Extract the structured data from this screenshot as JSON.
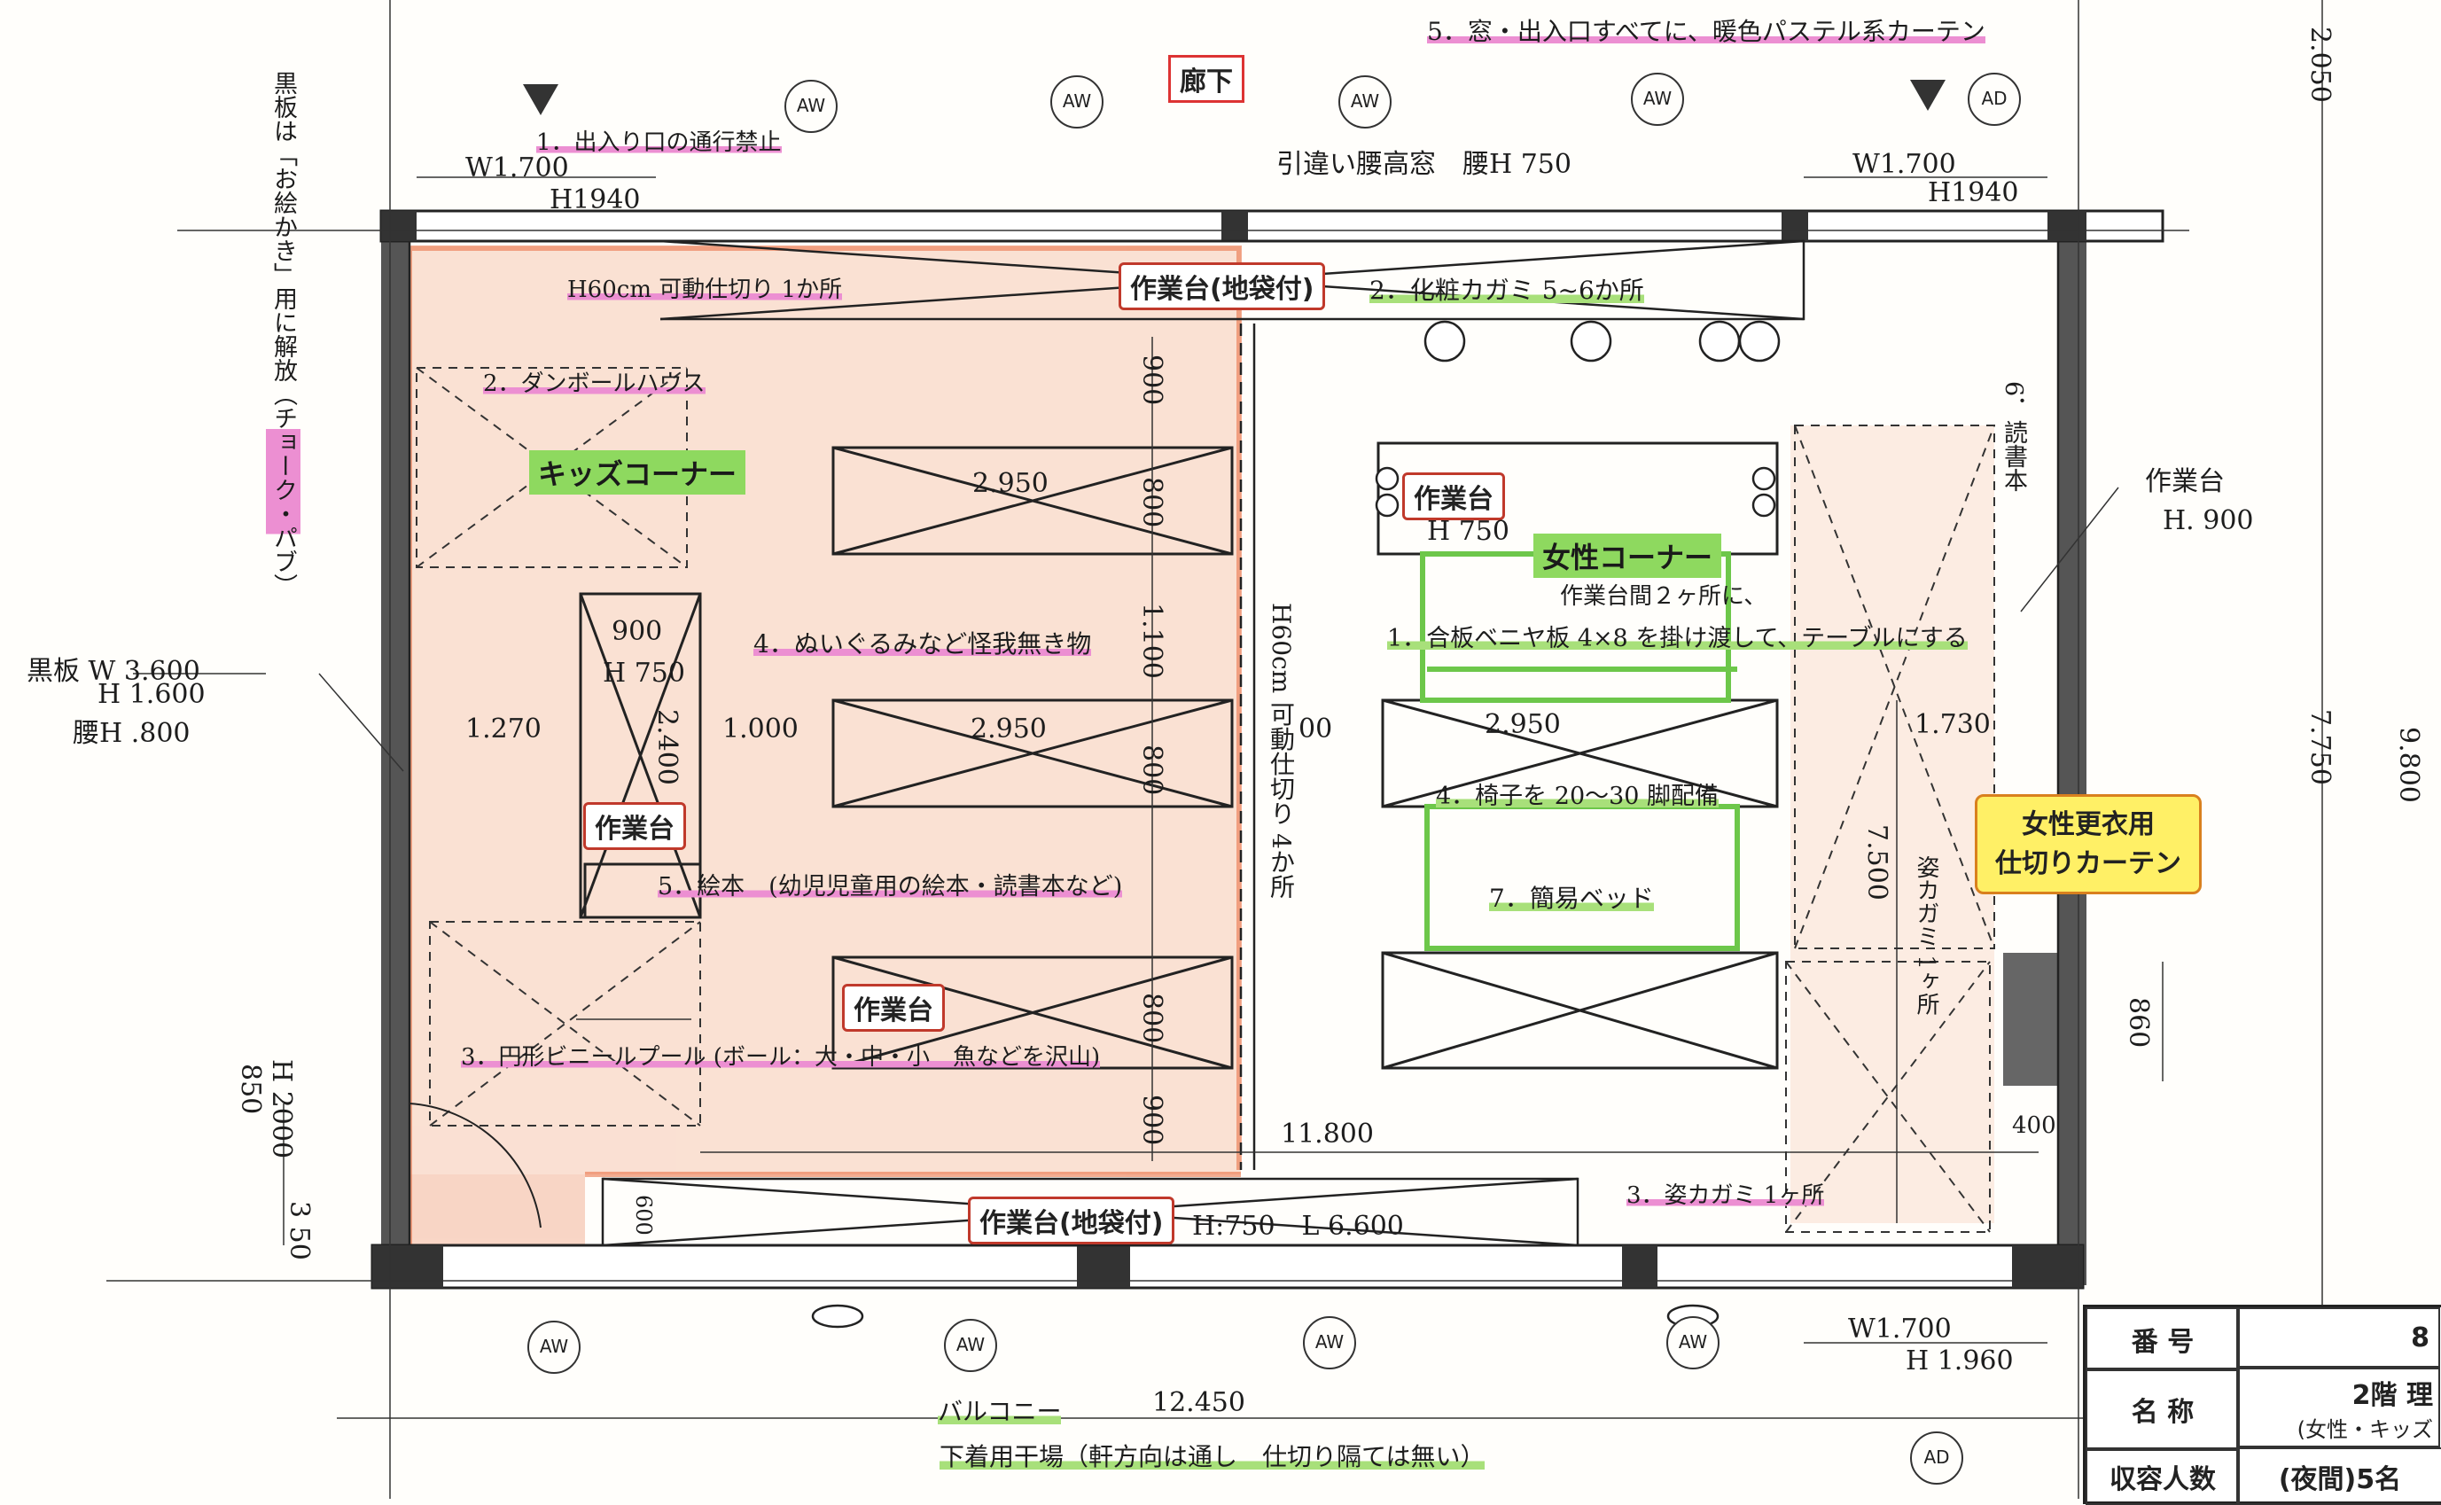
{
  "corridor": "廊下",
  "balcony": "バルコニー",
  "notes": {
    "curtain": "5．窓・出入口すべてに、暖色パステル系カーテン",
    "no_entry": "1．出入り口の通行禁止",
    "partition_top": "H60cm 可動仕切り 1か所",
    "mirrors": "2．化粧カガミ 5~6か所",
    "cardboard": "2．ダンボールハウス",
    "plush": "4．ぬいぐるみなど怪我無き物",
    "books": "5．絵本　(幼児児童用の絵本・読書本など)",
    "pool": "3．円形ビニールプール (ボール：大・中・小　魚などを沢山)",
    "table_between_1": "作業台間２ヶ所に、",
    "table_between_2": "1．合板ベニヤ板 4×8 を掛け渡して、テーブルにする",
    "chairs": "4．椅子を 20～30 脚配備",
    "bed": "7．簡易ベッド",
    "mirror_one": "3．姿カガミ 1ヶ所",
    "laundry": "下着用干場（軒方向は通し　仕切り隔ては無い）",
    "blackboard_v": "黒板は「お絵かき」用に解放（チョーク・パブ）",
    "partition_mid_v": "H60cm 可動仕切り 4か所",
    "bookshelf_v": "6．読書本",
    "mirror_v": "姿カガミ 1ヶ所",
    "window_top": "引違い腰高窓　腰H 750",
    "blackboard_spec": [
      "黒板 W 3.600",
      "H 1.600",
      "腰H .800"
    ],
    "worktable_right": [
      "作業台",
      "H. 900"
    ]
  },
  "labels": {
    "kids_corner": "キッズコーナー",
    "women_corner": "女性コーナー",
    "worktable": "作業台",
    "worktable_floor": "作業台(地袋付)",
    "changing_curtain": "女性更衣用\n仕切りカーテン"
  },
  "dims": {
    "w1700_l": "W1.700",
    "h1940_l": "H1940",
    "w1700_r": "W1.700",
    "h1940_r": "H1940",
    "w1700_b": "W1.700",
    "h1960_b": "H 1.960",
    "t2950_a": "2.950",
    "t2950_b": "2.950",
    "t2950_c": "2.950",
    "d800_a": "800",
    "d800_b": "800",
    "d800_c": "800",
    "d900_top": "900",
    "d1100": "1.100",
    "d900_bot": "900",
    "s900": "900",
    "h750": "H 750",
    "h750b": "H 750",
    "d2400": "2.400",
    "d1270": "1.270",
    "d1000": "1.000",
    "d00": "00",
    "d1730": "1.730",
    "d7500": "7.500",
    "d11800": "11.800",
    "d12450": "12.450",
    "d860": "860",
    "d400": "400",
    "d600": "600",
    "h750_l6600": "H:750　L 6.600",
    "d850": "850",
    "d350": "3 50",
    "h2000": "H 2000",
    "d2050": "2.050",
    "d7750": "7.750",
    "d9800": "9.800"
  },
  "aw_marks": [
    "AW",
    "AW",
    "AW",
    "AW",
    "AD",
    "AW",
    "AW",
    "AW",
    "AW",
    "AD"
  ],
  "title_block": {
    "rows": [
      {
        "label": "番 号",
        "value": "8"
      },
      {
        "label": "名 称",
        "value": "2階 理",
        "sub": "(女性・キッズ"
      },
      {
        "label": "収容人数",
        "value": "(夜間)5名"
      }
    ]
  }
}
